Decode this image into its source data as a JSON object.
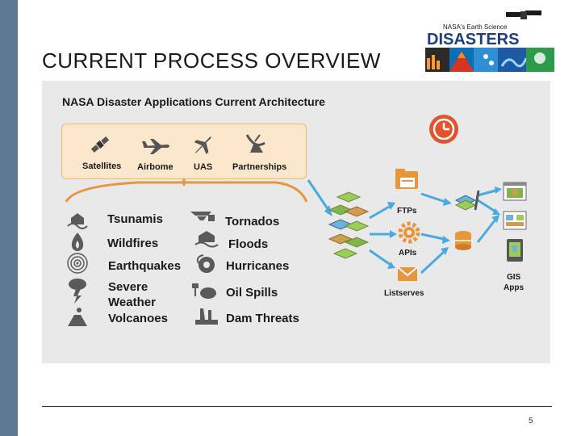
{
  "slide": {
    "title": "CURRENT PROCESS OVERVIEW",
    "page_number": "5"
  },
  "logo": {
    "line1": "NASA's Earth Science",
    "line2": "DISASTERS"
  },
  "diagram": {
    "heading": "NASA Disaster Applications Current Architecture",
    "sources": [
      "Satellites",
      "Airbome",
      "UAS",
      "Partnerships"
    ],
    "hazards": [
      "Tsunamis",
      "Tornados",
      "Wildfires",
      "Floods",
      "Earthquakes",
      "Hurricanes",
      "Severe",
      "Weather",
      "Oil Spills",
      "Volcanoes",
      "Dam Threats"
    ],
    "channels": [
      "FTPs",
      "APIs",
      "Listserves"
    ],
    "gis_line1": "GIS",
    "gis_line2": "Apps"
  },
  "colors": {
    "sidebar": "#5c7a92",
    "panel": "#e9e9e9",
    "source_box_fill": "#fbe7cc",
    "source_box_border": "#f0b86a",
    "clock": "#e2542b",
    "arrow": "#4aa9e0",
    "orange_accent": "#e8963c"
  }
}
